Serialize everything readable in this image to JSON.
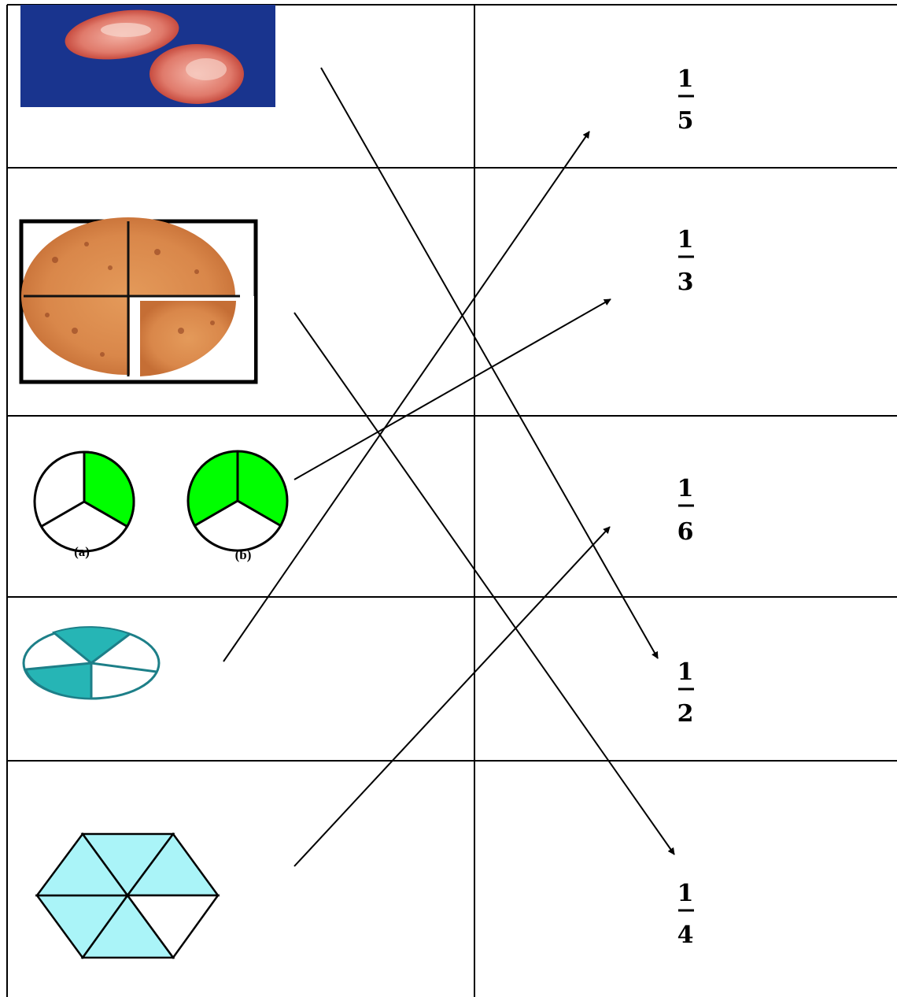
{
  "images": {
    "tomato": "tomato-photo",
    "pizza": "pizza-photo"
  },
  "circles": {
    "caption_a": "(a)",
    "caption_b": "(b)",
    "shade_color": "#00ff00"
  },
  "oval": {
    "shade_color": "#26b5b5"
  },
  "hexagon": {
    "shade_color": "#aaf4f8"
  },
  "fractions": [
    {
      "numerator": "1",
      "denominator": "5"
    },
    {
      "numerator": "1",
      "denominator": "3"
    },
    {
      "numerator": "1",
      "denominator": "6"
    },
    {
      "numerator": "1",
      "denominator": "2"
    },
    {
      "numerator": "1",
      "denominator": "4"
    }
  ]
}
